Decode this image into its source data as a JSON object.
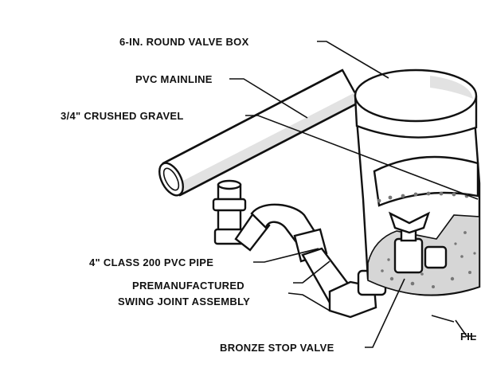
{
  "labels": {
    "valve_box": "6-IN. ROUND VALVE BOX",
    "mainline": "PVC MAINLINE",
    "gravel": "3/4\" CRUSHED GRAVEL",
    "pipe": "4\" CLASS 200 PVC PIPE",
    "swing_line1": "PREMANUFACTURED",
    "swing_line2": "SWING JOINT ASSEMBLY",
    "stop_valve": "BRONZE STOP VALVE",
    "fill_partial": "FIL"
  },
  "colors": {
    "ink": "#111111",
    "shade": "#e2e2e2",
    "background": "#ffffff"
  }
}
